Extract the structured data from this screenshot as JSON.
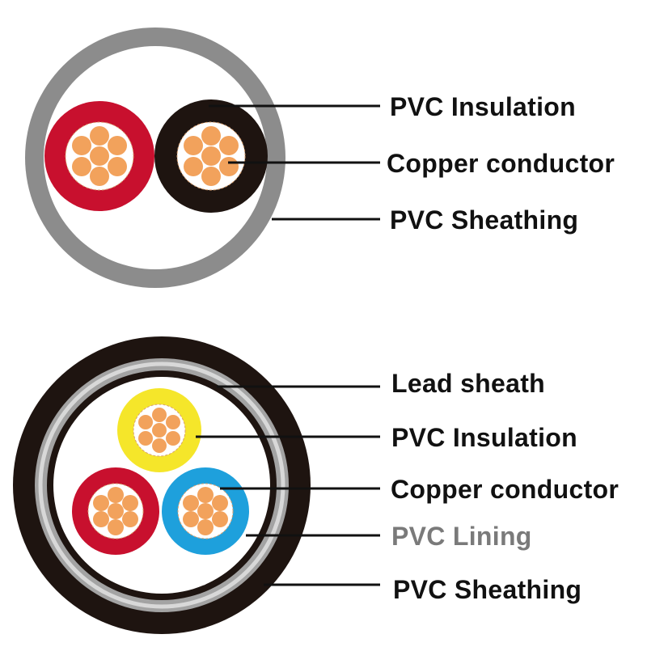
{
  "diagrams": [
    {
      "name": "two-core cable",
      "labels": [
        {
          "text": "PVC Insulation",
          "color": "#111111"
        },
        {
          "text": "Copper conductor",
          "color": "#111111"
        },
        {
          "text": "PVC Sheathing",
          "color": "#111111"
        }
      ],
      "layer_colors": {
        "sheath": "#8c8c8c",
        "core_1_insulation": "#c8102e",
        "core_2_insulation": "#1e1410",
        "conductor": "#f2a25c",
        "filler": "#ffffff"
      }
    },
    {
      "name": "three-core armoured cable",
      "labels": [
        {
          "text": "Lead sheath",
          "color": "#111111"
        },
        {
          "text": "PVC Insulation",
          "color": "#111111"
        },
        {
          "text": "Copper conductor",
          "color": "#111111"
        },
        {
          "text": "PVC Lining",
          "color": "#7a7a7a"
        },
        {
          "text": "PVC Sheathing",
          "color": "#111111"
        }
      ],
      "layer_colors": {
        "outer_sheath": "#1e1410",
        "lead_sheath": "#a3a3a3",
        "lining": "#1e1410",
        "core_1_insulation": "#f5e62a",
        "core_2_insulation": "#c8102e",
        "core_3_insulation": "#1ea0dc",
        "conductor": "#f2a25c",
        "filler": "#ffffff"
      }
    }
  ]
}
